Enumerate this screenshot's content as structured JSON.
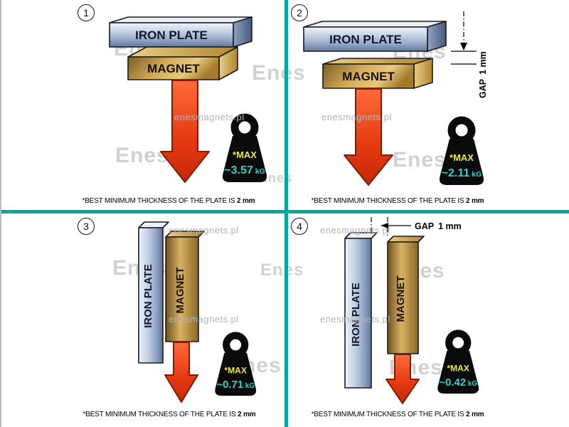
{
  "page": {
    "background": "#FFFFFF",
    "divider_color": "#00A79B"
  },
  "watermarks": {
    "site": "enesmagnets.pl",
    "logo": "Enes"
  },
  "labels": {
    "iron_plate": "IRON PLATE",
    "magnet": "MAGNET",
    "gap_word": "GAP",
    "gap_value": "1 mm",
    "max": "*MAX",
    "unit": "kG"
  },
  "footer": {
    "text": "*BEST MINIMUM THICKNESS OF THE PLATE IS",
    "bold": "2 mm"
  },
  "panels": [
    {
      "number": "1",
      "max_force": "~3.57"
    },
    {
      "number": "2",
      "max_force": "~2.11"
    },
    {
      "number": "3",
      "max_force": "~0.71"
    },
    {
      "number": "4",
      "max_force": "~0.42"
    }
  ],
  "colors": {
    "arrow": "#E8380D",
    "iron_plate": "#9FB2CE",
    "magnet": "#C89B45",
    "weight_body": "#0B0B0B",
    "max_text": "#EDE93C",
    "value_text": "#35CFCC"
  }
}
